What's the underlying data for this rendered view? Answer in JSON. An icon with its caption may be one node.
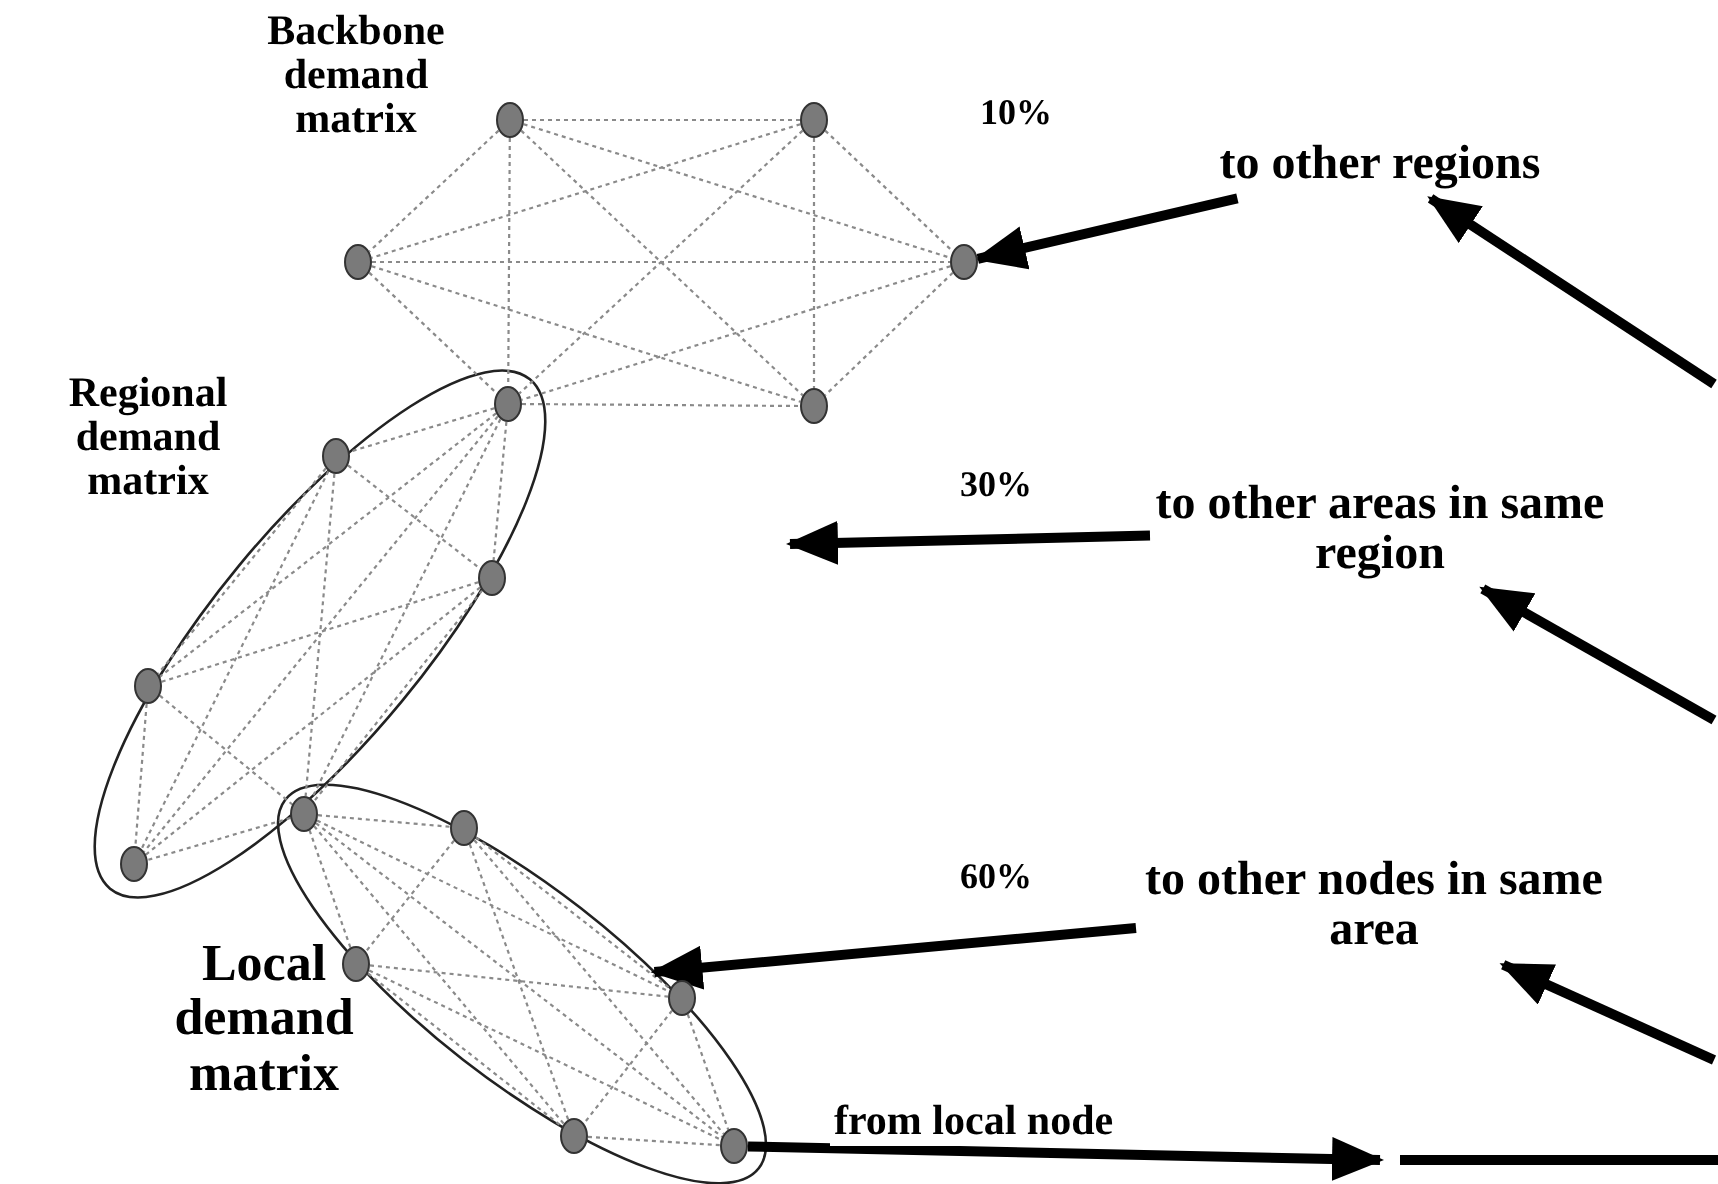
{
  "diagram": {
    "nodes": [
      {
        "text": [],
        "shape": "circle"
      },
      {
        "text": [],
        "shape": "circle"
      },
      {
        "text": [],
        "shape": "circle"
      },
      {
        "text": [],
        "shape": "circle"
      },
      {
        "text": [
          "to other regions"
        ]
      },
      {
        "text": [
          "Regional demand matrix"
        ]
      },
      {
        "text": [],
        "shape": "circle",
        "in": 5
      },
      {
        "text": [],
        "shape": "circle"
      },
      {
        "text": [],
        "shape": "circle",
        "in": 5
      },
      {
        "text": [],
        "shape": "circle",
        "in": 5
      },
      {
        "text": [
          "to other areas in same region"
        ]
      },
      {
        "text": [],
        "shape": "circle",
        "in": 5
      },
      {
        "text": [],
        "shape": "circle",
        "in": 13
      },
      {
        "text": [
          "Local demand matrix"
        ]
      },
      {
        "text": [],
        "shape": "circle",
        "in": 13
      },
      {
        "text": [],
        "shape": "circle",
        "in": 5
      },
      {
        "text": [
          "to other nodes in same area"
        ]
      },
      {
        "text": [],
        "shape": "circle",
        "in": 13
      },
      {
        "text": [],
        "shape": "circle",
        "in": 13
      },
      {
        "text": [],
        "shape": "circle",
        "in": 13
      },
      {
        "text": [],
        "shape": "circle",
        "in": 13
      }
    ],
    "edges": [
      {
        "from": 0,
        "to": 1,
        "arrow": "none",
        "style": "dashed"
      },
      {
        "from": 0,
        "to": 2,
        "arrow": "none",
        "style": "dashed"
      },
      {
        "from": 0,
        "to": 3,
        "arrow": "none",
        "style": "dashed"
      },
      {
        "from": 0,
        "to": 6,
        "arrow": "none",
        "style": "dashed"
      },
      {
        "from": 0,
        "to": 7,
        "arrow": "none",
        "style": "dashed"
      },
      {
        "from": 1,
        "to": 2,
        "arrow": "none",
        "style": "dashed"
      },
      {
        "from": 1,
        "to": 3,
        "arrow": "none",
        "style": "dashed"
      },
      {
        "from": 1,
        "to": 6,
        "arrow": "none",
        "style": "dashed"
      },
      {
        "from": 1,
        "to": 7,
        "arrow": "none",
        "style": "dashed"
      },
      {
        "from": 2,
        "to": 3,
        "arrow": "none",
        "style": "dashed"
      },
      {
        "from": 2,
        "to": 6,
        "arrow": "none",
        "style": "dashed"
      },
      {
        "from": 2,
        "to": 7,
        "arrow": "none",
        "style": "dashed"
      },
      {
        "from": 3,
        "to": 6,
        "arrow": "none",
        "style": "dashed"
      },
      {
        "from": 3,
        "to": 7,
        "arrow": "none",
        "style": "dashed"
      },
      {
        "from": 6,
        "to": 7,
        "arrow": "none",
        "style": "dashed"
      },
      {
        "from": 6,
        "to": 8,
        "arrow": "none",
        "style": "dashed"
      },
      {
        "from": 6,
        "to": 9,
        "arrow": "none",
        "style": "dashed"
      },
      {
        "from": 6,
        "to": 11,
        "arrow": "none",
        "style": "dashed"
      },
      {
        "from": 6,
        "to": 12,
        "arrow": "none",
        "style": "dashed"
      },
      {
        "from": 6,
        "to": 15,
        "arrow": "none",
        "style": "dashed"
      },
      {
        "from": 8,
        "to": 9,
        "arrow": "none",
        "style": "dashed"
      },
      {
        "from": 8,
        "to": 11,
        "arrow": "none",
        "style": "dashed"
      },
      {
        "from": 8,
        "to": 12,
        "arrow": "none",
        "style": "dashed"
      },
      {
        "from": 8,
        "to": 15,
        "arrow": "none",
        "style": "dashed"
      },
      {
        "from": 9,
        "to": 11,
        "arrow": "none",
        "style": "dashed"
      },
      {
        "from": 9,
        "to": 12,
        "arrow": "none",
        "style": "dashed"
      },
      {
        "from": 9,
        "to": 15,
        "arrow": "none",
        "style": "dashed"
      },
      {
        "from": 11,
        "to": 12,
        "arrow": "none",
        "style": "dashed"
      },
      {
        "from": 11,
        "to": 15,
        "arrow": "none",
        "style": "dashed"
      },
      {
        "from": 12,
        "to": 15,
        "arrow": "none",
        "style": "dashed"
      },
      {
        "from": 12,
        "to": 14,
        "arrow": "none",
        "style": "dashed"
      },
      {
        "from": 12,
        "to": 17,
        "arrow": "none",
        "style": "dashed"
      },
      {
        "from": 12,
        "to": 18,
        "arrow": "none",
        "style": "dashed"
      },
      {
        "from": 12,
        "to": 19,
        "arrow": "none",
        "style": "dashed"
      },
      {
        "from": 12,
        "to": 20,
        "arrow": "none",
        "style": "dashed"
      },
      {
        "from": 14,
        "to": 17,
        "arrow": "none",
        "style": "dashed"
      },
      {
        "from": 14,
        "to": 18,
        "arrow": "none",
        "style": "dashed"
      },
      {
        "from": 14,
        "to": 19,
        "arrow": "none",
        "style": "dashed"
      },
      {
        "from": 14,
        "to": 20,
        "arrow": "none",
        "style": "dashed"
      },
      {
        "from": 17,
        "to": 18,
        "arrow": "none",
        "style": "dashed"
      },
      {
        "from": 17,
        "to": 19,
        "arrow": "none",
        "style": "dashed"
      },
      {
        "from": 17,
        "to": 20,
        "arrow": "none",
        "style": "dashed"
      },
      {
        "from": 18,
        "to": 19,
        "arrow": "none",
        "style": "dashed"
      },
      {
        "from": 18,
        "to": 20,
        "arrow": "none",
        "style": "dashed"
      },
      {
        "from": 19,
        "to": 20,
        "arrow": "none",
        "style": "dashed"
      },
      {
        "from": 4,
        "to": 3,
        "arrow": "to",
        "label": "10%",
        "style": "thick",
        "color": "#000000"
      },
      {
        "from": 10,
        "to": null,
        "arrow": "to",
        "label": "30%",
        "style": "thick",
        "color": "#000000"
      },
      {
        "from": 16,
        "to": 13,
        "arrow": "to",
        "label": "60%",
        "style": "thick",
        "color": "#000000"
      },
      {
        "from": 20,
        "to": null,
        "arrow": "to",
        "label": "from local node",
        "style": "thick",
        "color": "#000000"
      },
      {
        "from": null,
        "to": 4,
        "arrow": "to",
        "style": "thick",
        "color": "#000000"
      },
      {
        "from": null,
        "to": 10,
        "arrow": "to",
        "style": "thick",
        "color": "#000000"
      },
      {
        "from": null,
        "to": 16,
        "arrow": "to",
        "style": "thick",
        "color": "#000000"
      }
    ],
    "labels": [
      "Backbone demand matrix"
    ]
  }
}
